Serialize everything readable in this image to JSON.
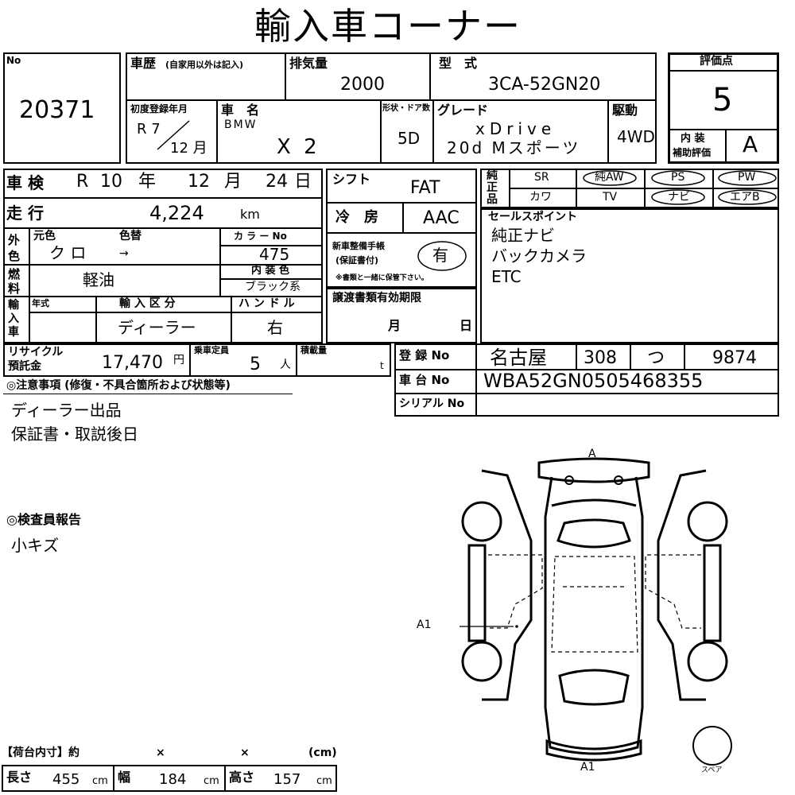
{
  "title": "輸入車コーナー",
  "lot": {
    "label": "No",
    "number": "20371"
  },
  "history": {
    "label": "車歴",
    "note": "(自家用以外は記入)"
  },
  "displacement": {
    "label": "排気量",
    "value": "2000"
  },
  "model_type": {
    "label": "型　式",
    "value": "3CA-52GN20"
  },
  "first_registration": {
    "label": "初度登録年月",
    "year": "R 7",
    "month": "12 月"
  },
  "car_name": {
    "label": "車　名",
    "maker": "BMW",
    "model": "X 2"
  },
  "body_doors": {
    "label": "形状・ドア数",
    "value": "5D"
  },
  "grade": {
    "label": "グレード",
    "line1": "xDrive",
    "line2": "20d Mスポーツ"
  },
  "drive": {
    "label": "駆動",
    "value": "4WD"
  },
  "score": {
    "label": "評価点",
    "value": "5",
    "interior_label_1": "内 装",
    "interior_label_2": "補助評価",
    "interior_value": "A"
  },
  "inspection": {
    "label": "車 検",
    "era": "R",
    "year": "10",
    "year_unit": "年",
    "month": "12",
    "month_unit": "月",
    "day": "24",
    "day_unit": "日"
  },
  "mileage": {
    "label": "走 行",
    "value": "4,224",
    "unit": "km"
  },
  "color": {
    "outer_label": "外色",
    "orig_label": "元色",
    "change_label": "色替",
    "orig_value": "ク ロ",
    "change_value": "→",
    "code_label": "カ ラ ー No",
    "code_value": "475"
  },
  "fuel": {
    "label": "燃料",
    "value": "軽油",
    "interior_label": "内 装 色",
    "interior_value": "ブラック系"
  },
  "import": {
    "label": "輸入車",
    "year_label": "年式",
    "type_label": "輸 入 区 分",
    "type_value": "ディーラー",
    "handle_label": "ハ ン ド ル",
    "handle_value": "右"
  },
  "shift": {
    "label": "シフト",
    "value": "FAT"
  },
  "aircon": {
    "label": "冷　房",
    "value": "AAC"
  },
  "manual": {
    "label_1": "新車整備手帳",
    "label_2": "(保証書付)",
    "value": "有",
    "note": "※書類と一緒に保管下さい。"
  },
  "transfer": {
    "label": "譲渡書類有効期限",
    "month": "月",
    "day": "日"
  },
  "equipment": {
    "label": "純正品",
    "items": [
      "SR",
      "純AW",
      "PS",
      "PW",
      "カワ",
      "TV",
      "ナビ",
      "エアB"
    ]
  },
  "sales_points": {
    "label": "セールスポイント",
    "lines": [
      "純正ナビ",
      "バックカメラ",
      "ETC"
    ]
  },
  "recycle": {
    "label_1": "リサイクル",
    "label_2": "預託金",
    "value": "17,470",
    "unit": "円"
  },
  "capacity": {
    "label": "乗車定員",
    "value": "5",
    "unit": "人"
  },
  "load": {
    "label": "積載量",
    "unit": "t"
  },
  "registration": {
    "label": "登 録 No",
    "area": "名古屋",
    "class": "308",
    "kana": "つ",
    "number": "9874"
  },
  "chassis": {
    "label": "車 台 No",
    "value": "WBA52GN0505468355"
  },
  "serial": {
    "label": "シリアル No"
  },
  "notes": {
    "label": "◎注意事項 (修復・不具合箇所および状態等)",
    "lines": [
      "ディーラー出品",
      "保証書・取説後日"
    ]
  },
  "inspector": {
    "label": "◎検査員報告",
    "text": "小キズ"
  },
  "diagram": {
    "front": "A",
    "left_mark": "A1",
    "rear_mark": "A1",
    "spare": "スペア"
  },
  "cargo": {
    "label": "【荷台内寸】約",
    "x1": "×",
    "x2": "×",
    "unit": "(cm)"
  },
  "dims": {
    "length_label": "長さ",
    "length": "455",
    "width_label": "幅",
    "width": "184",
    "height_label": "高さ",
    "height": "157",
    "unit": "cm"
  }
}
